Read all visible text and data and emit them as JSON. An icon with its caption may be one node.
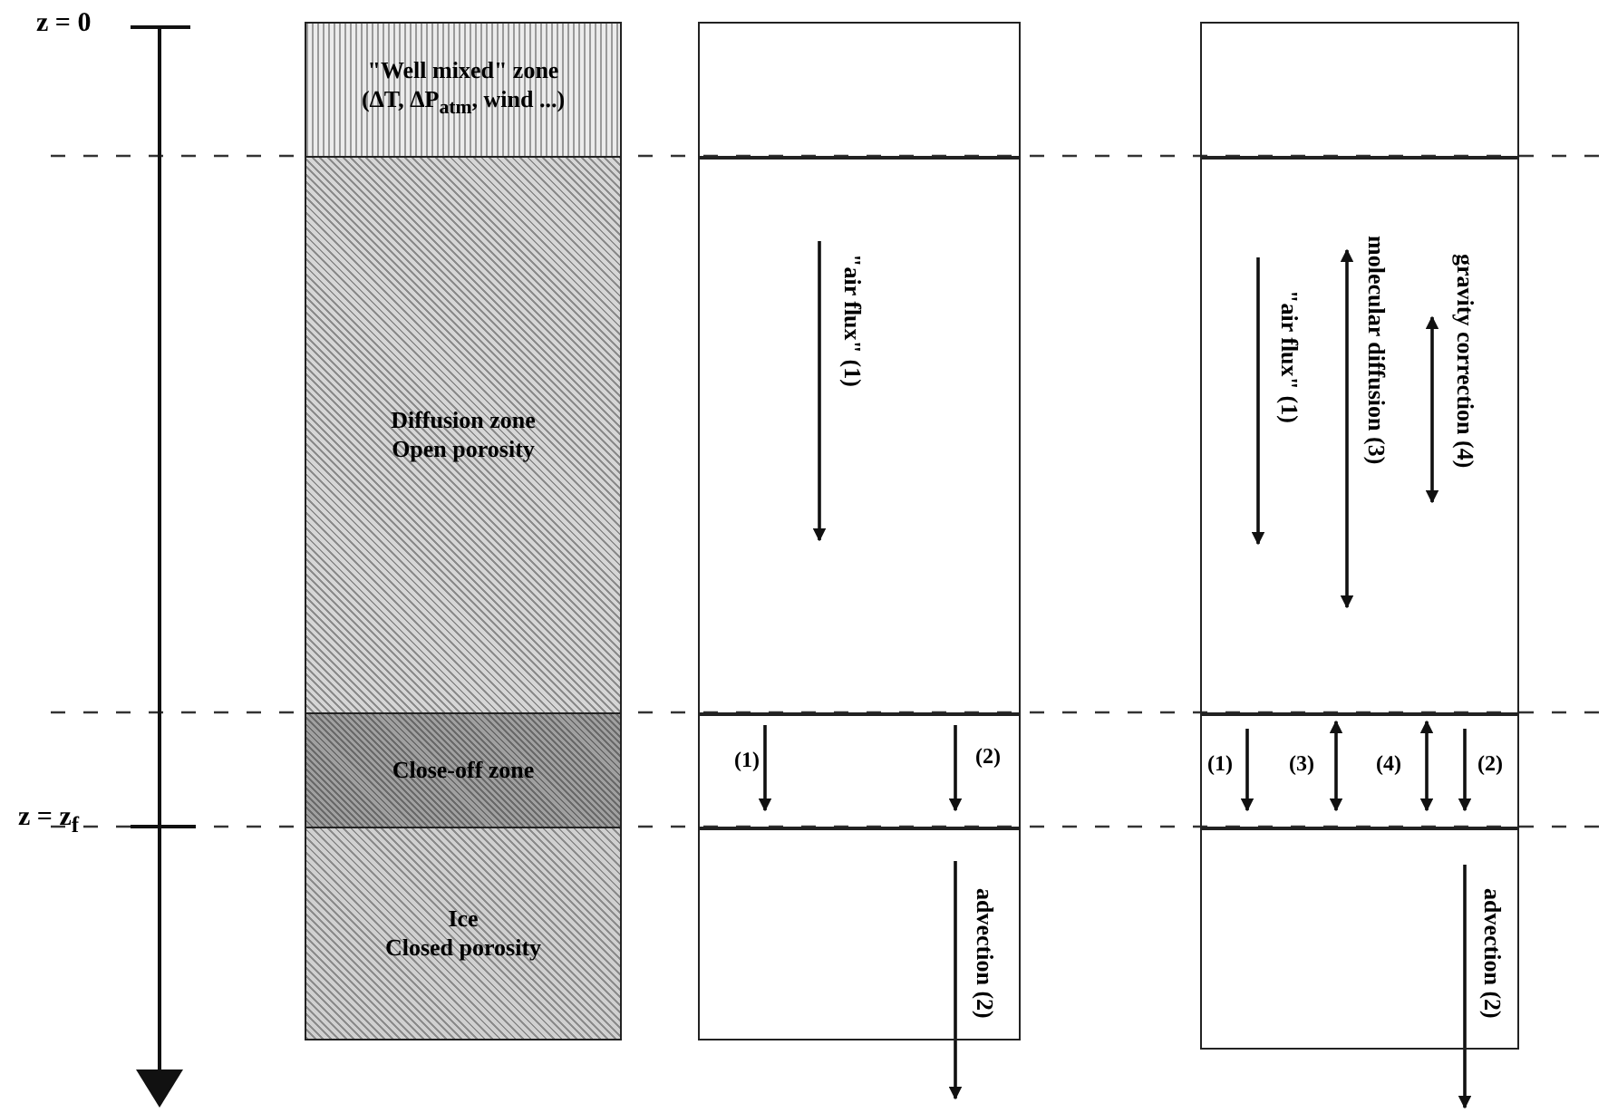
{
  "diagram": {
    "nodes": [
      {
        "text": [
          "\"Well mixed\" zone",
          "(ΔT, ΔP$_{atm}$, wind ...)"
        ]
      },
      {
        "text": [
          "Diffusion zone",
          "Open porosity"
        ]
      },
      {
        "text": [
          "Close-off zone"
        ]
      },
      {
        "text": [
          "Ice",
          "Closed porosity"
        ]
      },
      {
        "text": [],
        "shape": "box"
      },
      {
        "text": [],
        "shape": "box"
      },
      {
        "text": [],
        "shape": "box"
      },
      {
        "text": [],
        "shape": "box"
      },
      {
        "text": [],
        "shape": "box"
      },
      {
        "text": [],
        "shape": "box"
      },
      {
        "text": [],
        "shape": "box"
      },
      {
        "text": [],
        "shape": "box"
      }
    ],
    "edges": [],
    "labels": [
      "z = 0",
      "z = z$_{f}$",
      "\"air flux\" (1)",
      "(1)",
      "(2)",
      "advection (2)",
      "\"air flux\" (1)",
      "molecular diffusion (3)",
      "gravity correction (4)",
      "(1)",
      "(3)",
      "(4)",
      "(2)",
      "advection (2)"
    ]
  }
}
